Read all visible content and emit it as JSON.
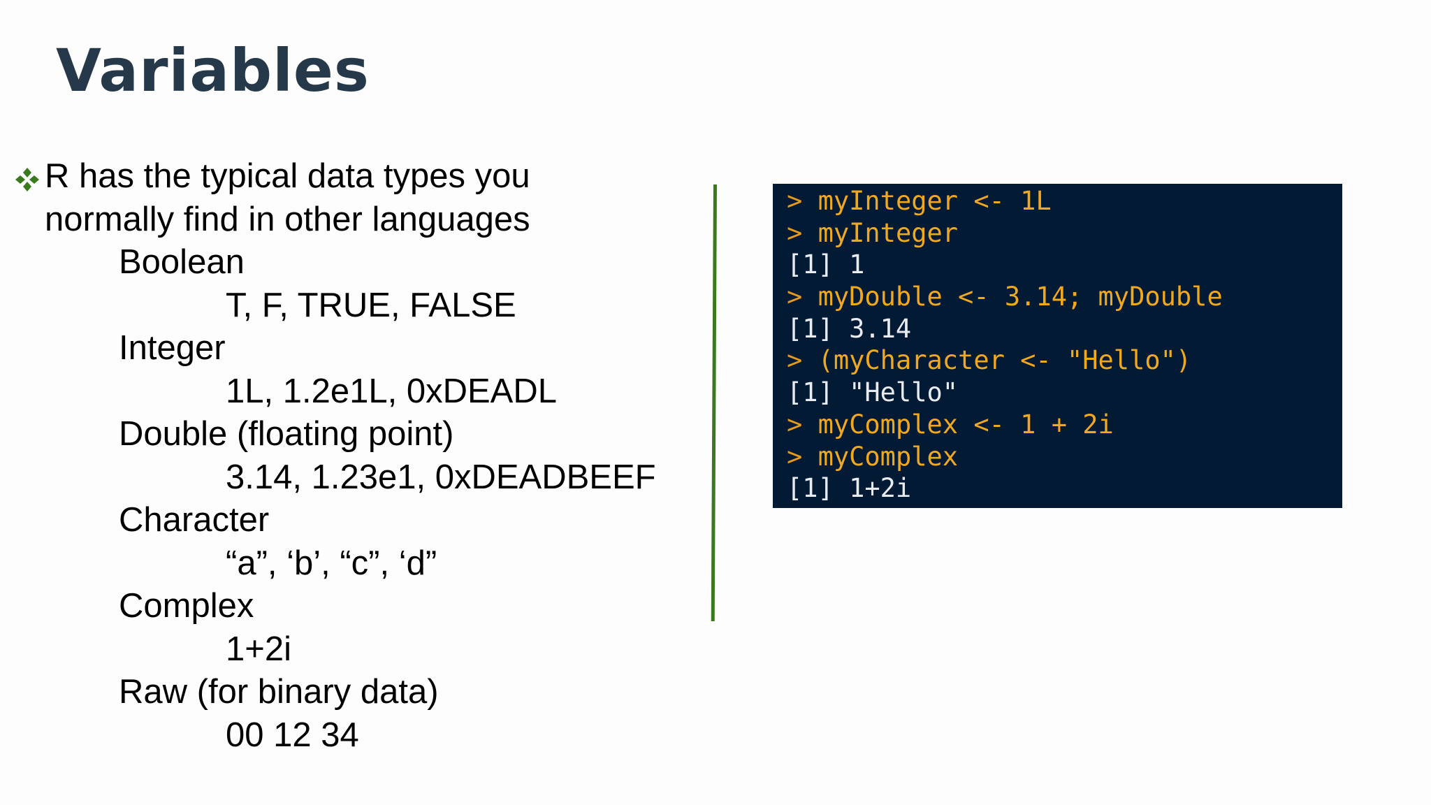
{
  "slide": {
    "title": "Variables",
    "bullet": {
      "line1": "R has the typical data types you",
      "line2": "normally find in other languages"
    },
    "types": [
      {
        "name": "Boolean",
        "example": "T, F, TRUE, FALSE"
      },
      {
        "name": "Integer",
        "example": "1L, 1.2e1L, 0xDEADL"
      },
      {
        "name": "Double (floating point)",
        "example": "3.14, 1.23e1, 0xDEADBEEF"
      },
      {
        "name": "Character",
        "example": "“a”, ‘b’, “c”, ‘d”"
      },
      {
        "name": "Complex",
        "example": "1+2i"
      },
      {
        "name": "Raw (for binary data)",
        "example": "00 12 34"
      }
    ],
    "bullet_icon": "diamond-bullet-icon",
    "colors": {
      "title": "#26394a",
      "divider": "#3a7a1f",
      "console_bg": "#031a35",
      "console_input": "#f0a81e",
      "console_output": "#e8ecf0"
    }
  },
  "console": {
    "lines": [
      {
        "kind": "input",
        "prompt": ">",
        "text": "myInteger <- 1L"
      },
      {
        "kind": "input",
        "prompt": ">",
        "text": "myInteger"
      },
      {
        "kind": "output",
        "text": "[1] 1"
      },
      {
        "kind": "input",
        "prompt": ">",
        "text": "myDouble <- 3.14; myDouble"
      },
      {
        "kind": "output",
        "text": "[1] 3.14"
      },
      {
        "kind": "input",
        "prompt": ">",
        "text": "(myCharacter <- \"Hello\")"
      },
      {
        "kind": "output",
        "text": "[1] \"Hello\""
      },
      {
        "kind": "input",
        "prompt": ">",
        "text": "myComplex <- 1 + 2i"
      },
      {
        "kind": "input",
        "prompt": ">",
        "text": "myComplex"
      },
      {
        "kind": "output",
        "text": "[1] 1+2i"
      }
    ]
  }
}
